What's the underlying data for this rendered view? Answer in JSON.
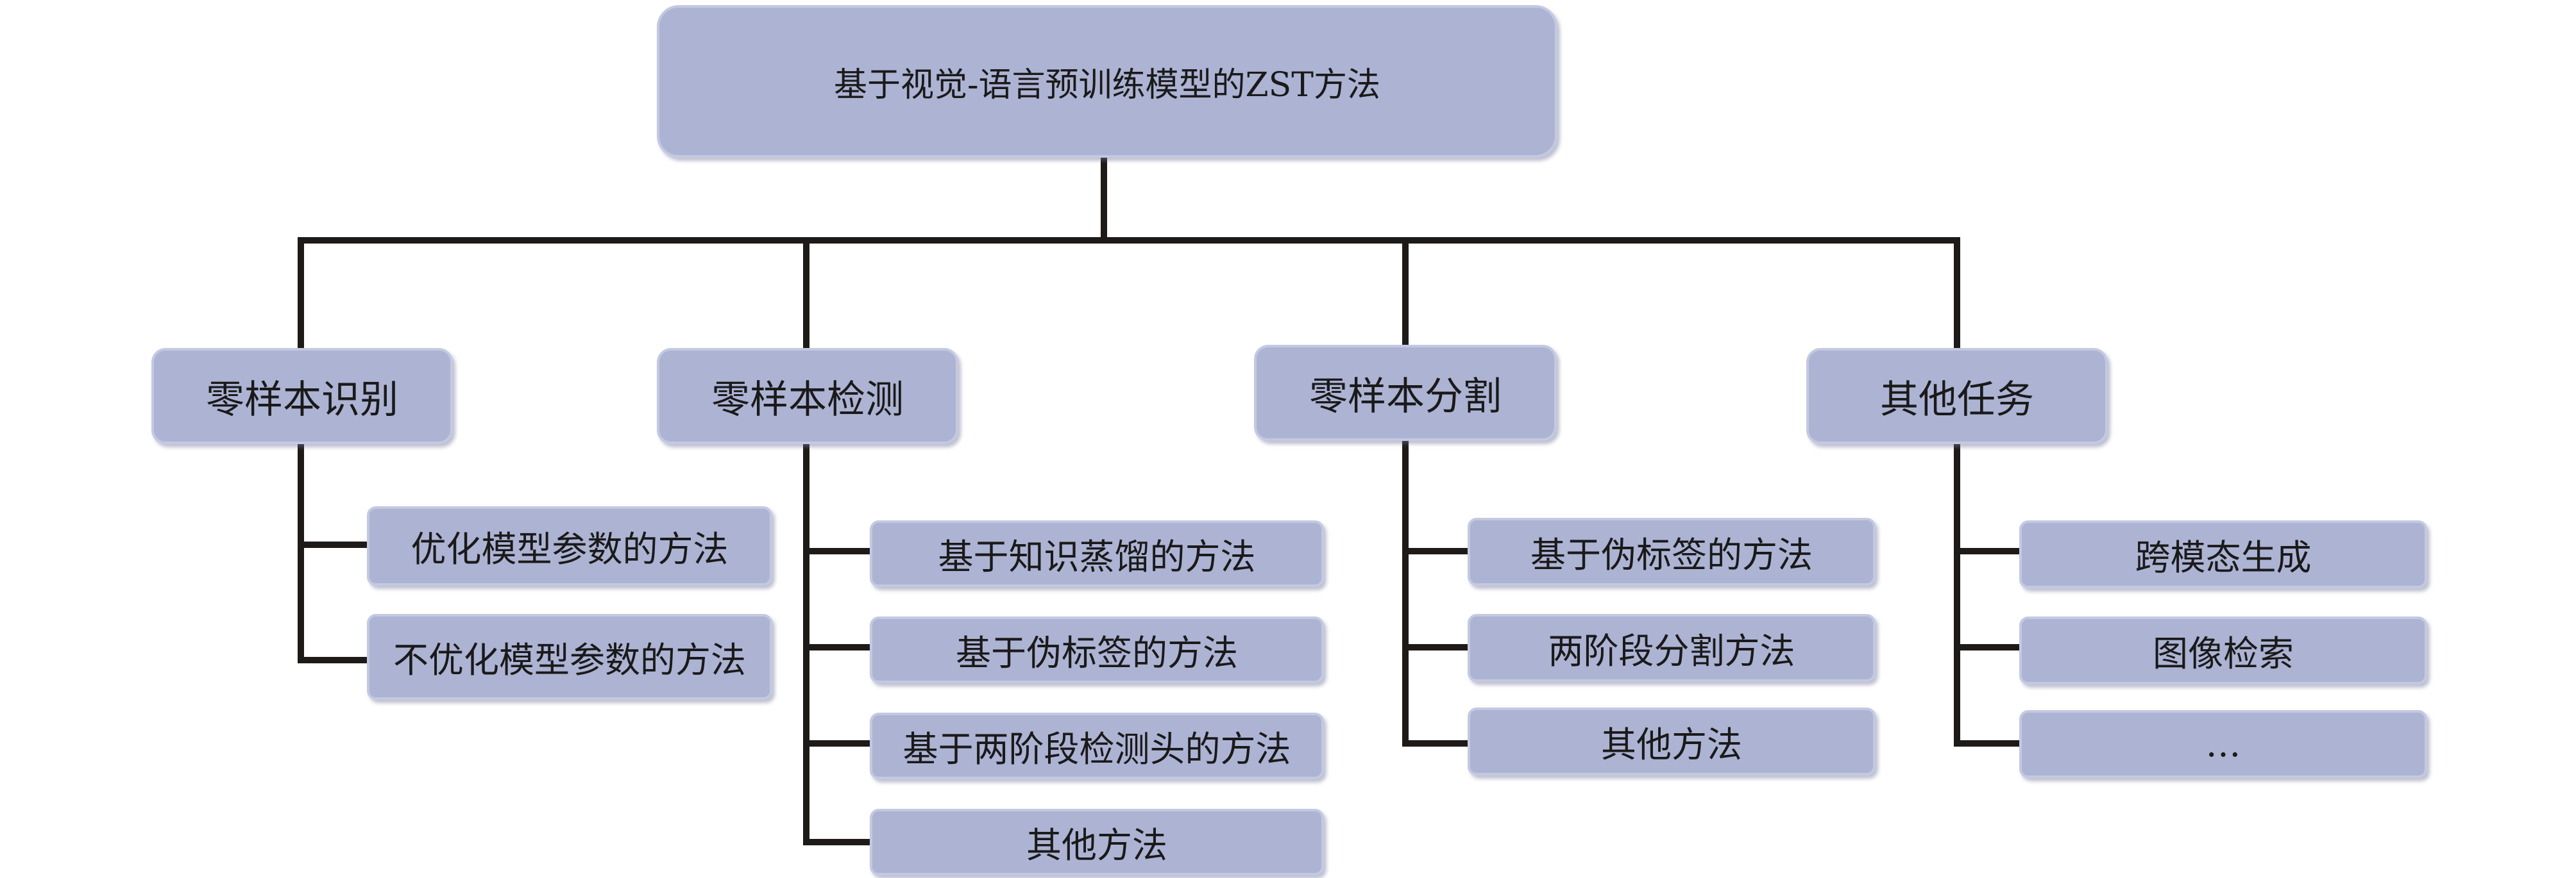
{
  "root": {
    "label": "基于视觉-语言预训练模型的ZST方法"
  },
  "categories": [
    {
      "label": "零样本识别",
      "methods": [
        "优化模型参数的方法",
        "不优化模型参数的方法"
      ]
    },
    {
      "label": "零样本检测",
      "methods": [
        "基于知识蒸馏的方法",
        "基于伪标签的方法",
        "基于两阶段检测头的方法",
        "其他方法"
      ]
    },
    {
      "label": "零样本分割",
      "methods": [
        "基于伪标签的方法",
        "两阶段分割方法",
        "其他方法"
      ]
    },
    {
      "label": "其他任务",
      "methods": [
        "跨模态生成",
        "图像检索",
        "…"
      ]
    }
  ],
  "colors": {
    "node_fill": "#adb3d3",
    "node_border": "#c4c9e2",
    "line": "#1e1a18"
  }
}
